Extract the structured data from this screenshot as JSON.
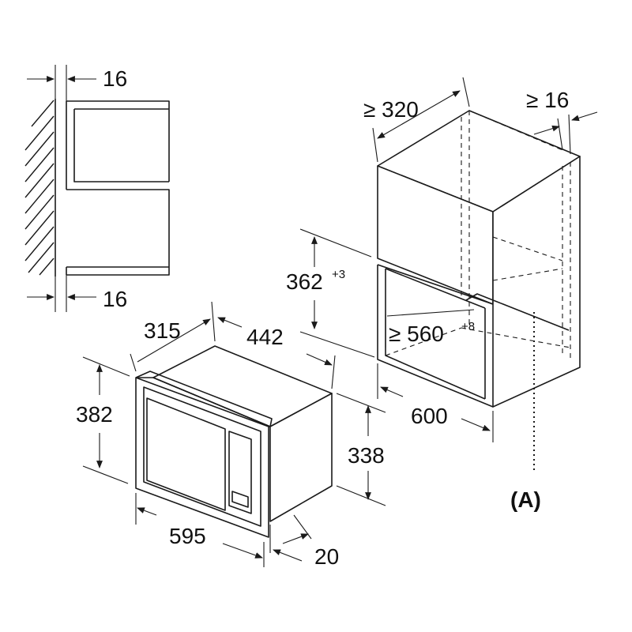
{
  "colors": {
    "line": "#1a1a1a",
    "background": "#ffffff"
  },
  "dimensions": {
    "side_top_gap": "16",
    "side_bottom_gap": "16",
    "niche_depth": "≥ 320",
    "niche_side_gap": "≥ 16",
    "niche_height": "362",
    "niche_height_tol": "+3",
    "niche_width": "≥ 560",
    "niche_width_tol": "+8",
    "niche_cabinet_depth": "600",
    "oven_side_depth": "315",
    "oven_body_depth": "442",
    "oven_frame_height": "382",
    "oven_body_height": "338",
    "oven_frame_width": "595",
    "oven_frame_thickness": "20"
  },
  "callout_label": "(A)"
}
